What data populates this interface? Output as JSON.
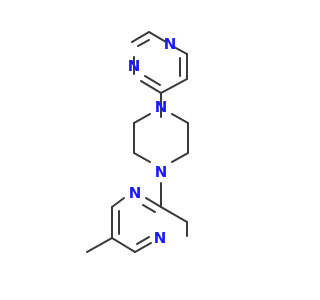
{
  "molecule": {
    "atoms": [
      {
        "id": "n_pym_top",
        "label": "N"
      },
      {
        "id": "n_pym_left",
        "label": "N"
      },
      {
        "id": "n_pip_top",
        "label": "N"
      },
      {
        "id": "n_pip_bottom",
        "label": "N"
      },
      {
        "id": "n_pyz_left",
        "label": "N"
      },
      {
        "id": "n_pyz_right",
        "label": "N"
      }
    ],
    "label_color": "#1a1aff"
  }
}
